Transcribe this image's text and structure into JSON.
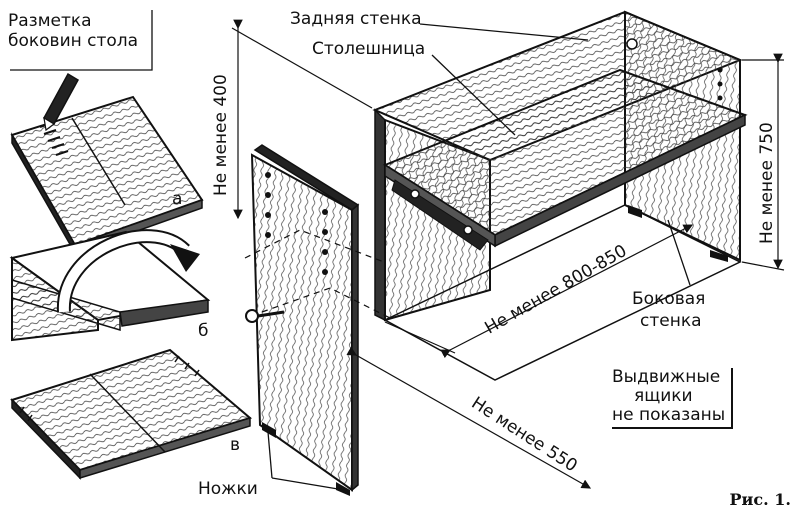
{
  "labels": {
    "marking": [
      "Разметка",
      "боковин стола"
    ],
    "back_wall": "Задняя стенка",
    "tabletop": "Столешница",
    "side_wall": [
      "Боковая",
      "стенка"
    ],
    "drawers_note": [
      "Выдвижные",
      "ящики",
      "не показаны"
    ],
    "legs": "Ножки"
  },
  "dimensions": {
    "min_400": "Не менее 400",
    "min_750": "Не менее 750",
    "min_800_850": "Не менее 800-850",
    "min_550": "Не менее 550"
  },
  "steps": [
    "а",
    "б",
    "в"
  ],
  "figure_caption": "Рис. 1."
}
